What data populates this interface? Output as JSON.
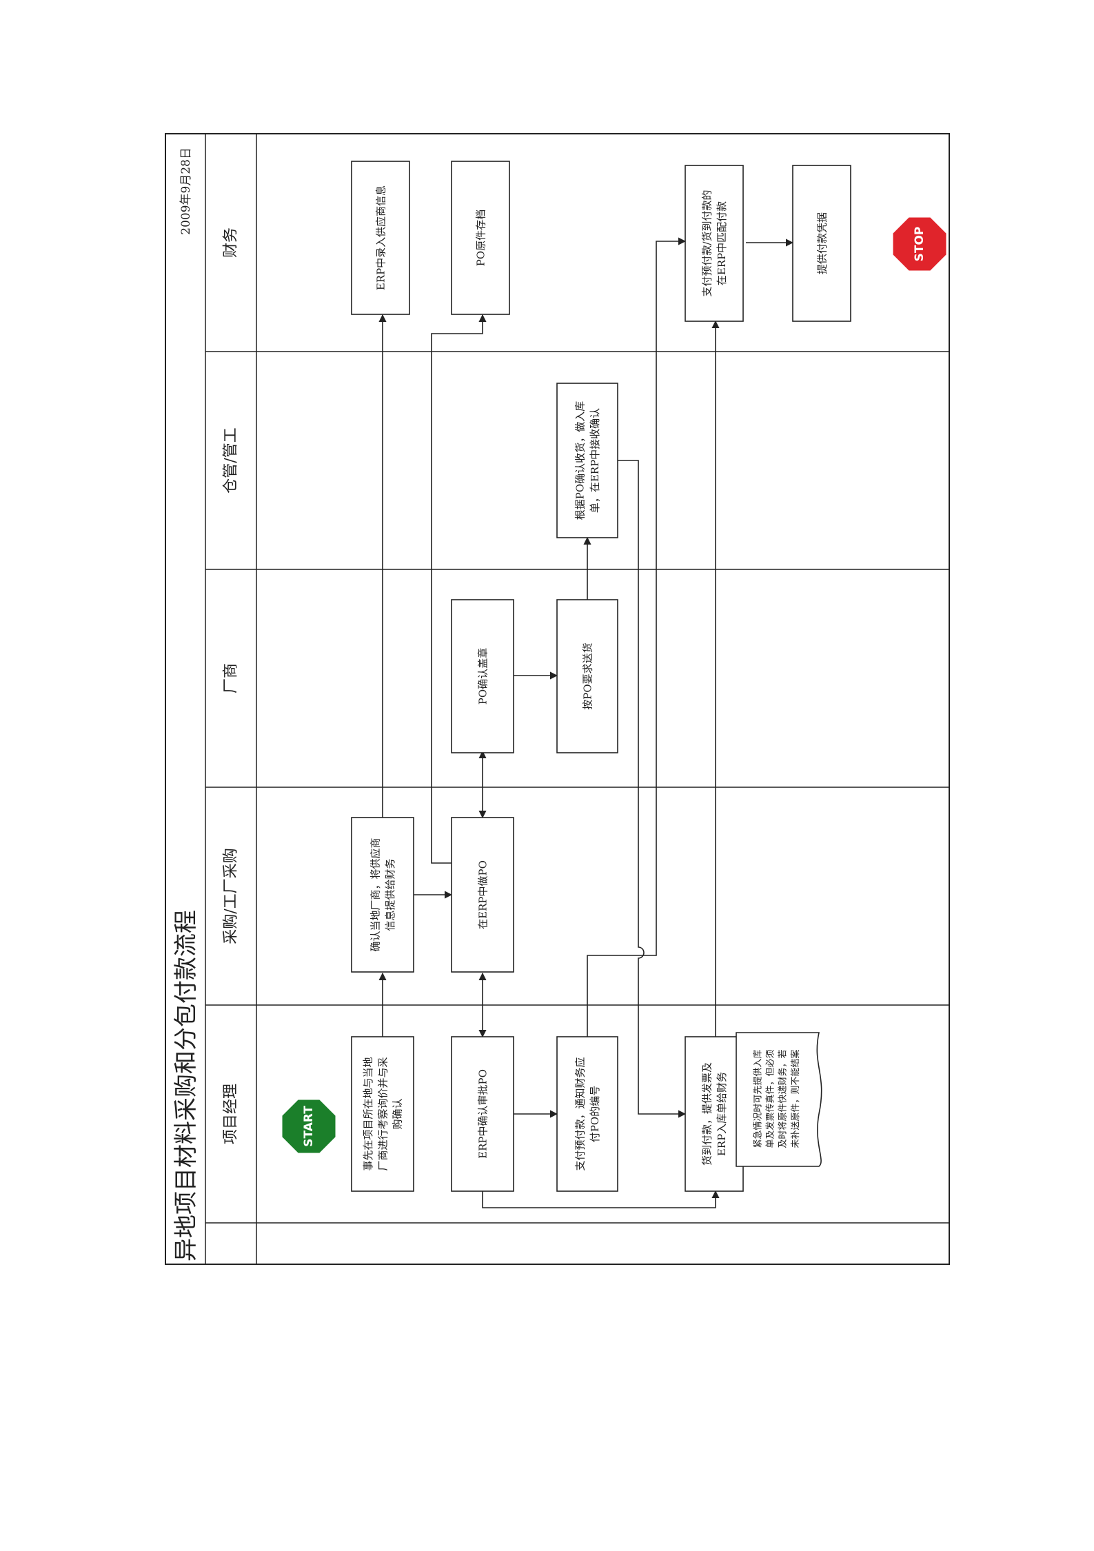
{
  "title": "异地项目材料采购和分包付款流程",
  "date": "2009年9月28日",
  "lanes": [
    "项目经理",
    "采购/工厂采购",
    "厂商",
    "仓管/管工",
    "财务"
  ],
  "start_label": "START",
  "stop_label": "STOP",
  "boxes": {
    "pm1": [
      "事先在项目所在地与当地",
      "厂商进行考察询价并与采",
      "购确认"
    ],
    "pm2": [
      "ERP中确认审批PO"
    ],
    "pm3": [
      "支付预付款，通知财务应",
      "付PO的编号"
    ],
    "pm4": [
      "货到付款，提供发票及",
      "ERP入库单给财务"
    ],
    "pm_note": [
      "紧急情况时可先提供入库",
      "单及发票传真件，但必须",
      "及时将原件快递财务，若",
      "未补送原件，则不能结案"
    ],
    "pur1": [
      "确认当地厂商，将供应商",
      "信息提供给财务"
    ],
    "pur2": [
      "在ERP中做PO"
    ],
    "ven1": [
      "PO确认盖章"
    ],
    "ven2": [
      "按PO要求送货"
    ],
    "wh1": [
      "根据PO确认收货，做入库",
      "单，在ERP中接收确认"
    ],
    "fin1": [
      "ERP中录入供应商信息"
    ],
    "fin2": [
      "PO原件存档"
    ],
    "fin3": [
      "支付预付款/货到付款的",
      "在ERP中匹配付款"
    ],
    "fin4": [
      "提供付款凭据"
    ]
  },
  "colors": {
    "start": "#1b7f2a",
    "stop": "#e0242b",
    "line": "#222222"
  }
}
